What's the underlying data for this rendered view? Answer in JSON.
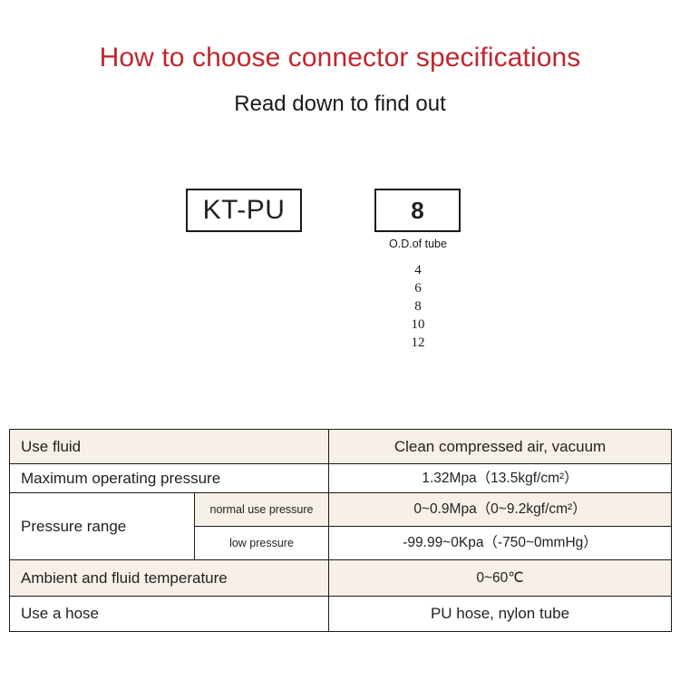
{
  "heading": {
    "title": "How to choose connector specifications",
    "subtitle": "Read down to find out",
    "title_color": "#c0272d"
  },
  "selector": {
    "series_box": {
      "value": "KT-PU"
    },
    "od_box": {
      "value": "8",
      "caption": "O.D.of tube"
    },
    "od_options": [
      "4",
      "6",
      "8",
      "10",
      "12"
    ]
  },
  "spec_table": {
    "tint_color": "#f6f0e8",
    "rows": [
      {
        "label": "Use fluid",
        "sublabel": null,
        "value": "Clean compressed air, vacuum",
        "shaded": true
      },
      {
        "label": "Maximum operating pressure",
        "sublabel": null,
        "value": "1.32Mpa（13.5kgf/cm²）",
        "shaded": false
      },
      {
        "label": "Pressure range",
        "sublabel": "normal use pressure",
        "value": "0~0.9Mpa（0~9.2kgf/cm²）",
        "shaded": true
      },
      {
        "label": null,
        "sublabel": "low pressure",
        "value": "-99.99~0Kpa（-750~0mmHg）",
        "shaded": false
      },
      {
        "label": "Ambient and fluid temperature",
        "sublabel": null,
        "value": "0~60℃",
        "shaded": true
      },
      {
        "label": "Use a hose",
        "sublabel": null,
        "value": "PU hose, nylon tube",
        "shaded": false
      }
    ]
  }
}
